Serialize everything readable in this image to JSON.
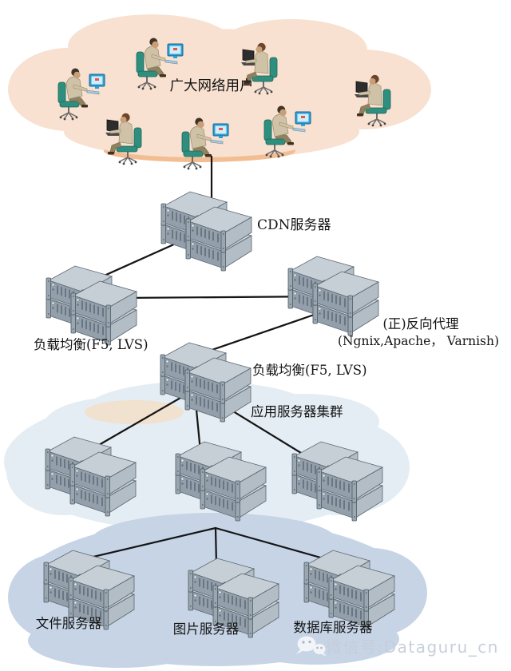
{
  "diagram_type": "web-architecture-network-diagram",
  "labels": {
    "users_cloud": "广大网络用户",
    "cdn": "CDN服务器",
    "lb1": "负载均衡(F5, LVS)",
    "proxy_line1": "(正)反向代理",
    "proxy_line2": "(Ngnix,Apache， Varnish)",
    "lb2": "负载均衡(F5, LVS)",
    "app_cloud": "应用服务器集群",
    "file_server": "文件服务器",
    "image_server": "图片服务器",
    "db_server": "数据库服务器"
  },
  "watermark": {
    "icon": "wechat-icon",
    "text": "微信号:Dataguru_cn"
  },
  "stats": {
    "user_count": 7,
    "servers_per_cluster": 4,
    "server_cluster_count": 10
  },
  "edges": [
    {
      "from": "users-cloud",
      "to": "cdn-cluster"
    },
    {
      "from": "cdn-cluster",
      "to": "lb1-cluster"
    },
    {
      "from": "lb1-cluster",
      "to": "proxy-cluster"
    },
    {
      "from": "proxy-cluster",
      "to": "lb2-cluster"
    },
    {
      "from": "lb2-cluster",
      "to": "app-cluster-left"
    },
    {
      "from": "lb2-cluster",
      "to": "app-cluster-center"
    },
    {
      "from": "lb2-cluster",
      "to": "app-cluster-right"
    },
    {
      "from": "data-tier-junction",
      "to": "file-server-cluster"
    },
    {
      "from": "data-tier-junction",
      "to": "image-server-cluster"
    },
    {
      "from": "data-tier-junction",
      "to": "db-server-cluster"
    }
  ],
  "colors": {
    "users_cloud": "#f8e1d0",
    "users_cloud_rim": "#f2bd92",
    "app_cloud": "#e4edf3",
    "data_cloud": "#c6d4e6",
    "edge_line": "#141414",
    "server_top": "#c6cfd6",
    "server_front": "#93a0ab",
    "server_side": "#b3bdc5",
    "chair": "#2e8f7f",
    "monitor": "#2f9ed6",
    "watermark_text": "#c6cdd9"
  }
}
